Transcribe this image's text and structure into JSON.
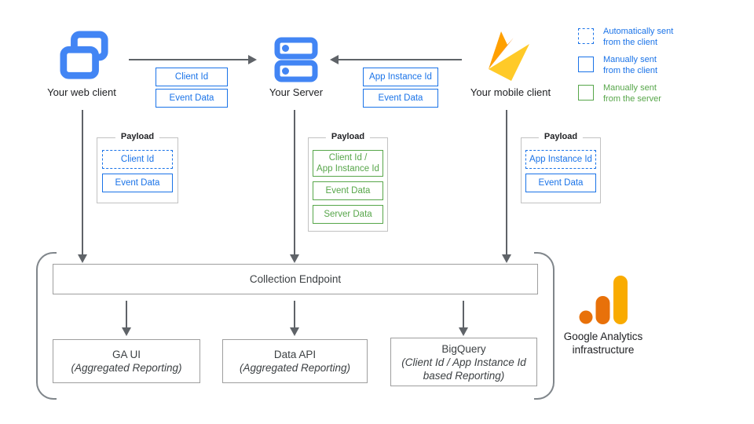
{
  "colors": {
    "blue": "#1a73e8",
    "icon_blue": "#4285f4",
    "green": "#57a64a",
    "arrow_gray": "#5f6368",
    "firebase_amber": "#FFA000",
    "firebase_orange": "#F57C00",
    "firebase_yellow": "#FFCA28",
    "ga_orange": "#E8710A",
    "ga_amber": "#F9AB00"
  },
  "clients": {
    "web": {
      "label": "Your web client"
    },
    "server": {
      "label": "Your Server"
    },
    "mobile": {
      "label": "Your mobile client"
    }
  },
  "flows": {
    "web_to_server": {
      "chips": [
        {
          "label": "Client Id"
        },
        {
          "label": "Event Data"
        }
      ]
    },
    "mobile_to_server": {
      "chips": [
        {
          "label": "App Instance Id"
        },
        {
          "label": "Event Data"
        }
      ]
    }
  },
  "legend": {
    "items": [
      {
        "label": "Automatically sent\nfrom the client",
        "style": "dashed-blue"
      },
      {
        "label": "Manually sent\nfrom the client",
        "style": "solid-blue"
      },
      {
        "label": "Manually sent\nfrom the server",
        "style": "solid-green"
      }
    ]
  },
  "payloads": {
    "web": {
      "title": "Payload",
      "items": [
        {
          "label": "Client Id",
          "style": "dashed-blue"
        },
        {
          "label": "Event Data",
          "style": "solid-blue"
        }
      ]
    },
    "server": {
      "title": "Payload",
      "items": [
        {
          "label": "Client Id /\nApp Instance Id",
          "style": "solid-green"
        },
        {
          "label": "Event Data",
          "style": "solid-green"
        },
        {
          "label": "Server Data",
          "style": "solid-green"
        }
      ]
    },
    "mobile": {
      "title": "Payload",
      "items": [
        {
          "label": "App Instance Id",
          "style": "dashed-blue"
        },
        {
          "label": "Event Data",
          "style": "solid-blue"
        }
      ]
    }
  },
  "infrastructure": {
    "collection_endpoint": "Collection Endpoint",
    "outputs": [
      {
        "title": "GA UI",
        "subtitle": "(Aggregated Reporting)"
      },
      {
        "title": "Data API",
        "subtitle": "(Aggregated Reporting)"
      },
      {
        "title": "BigQuery",
        "subtitle": "(Client Id / App Instance Id\nbased Reporting)"
      }
    ],
    "label": "Google Analytics\ninfrastructure"
  }
}
